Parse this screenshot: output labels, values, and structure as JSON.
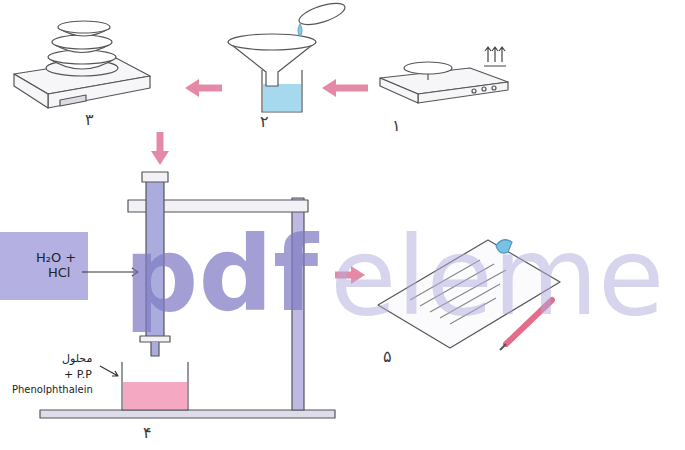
{
  "diagram": {
    "nodes": [
      {
        "text": [
          "۱"
        ]
      },
      {
        "text": [
          "۲"
        ]
      },
      {
        "text": [
          "۳"
        ]
      },
      {
        "text": [
          "۴"
        ]
      },
      {
        "text": [
          "۵"
        ]
      }
    ],
    "edges": [
      {
        "from": 0,
        "to": 1,
        "arrow": "to"
      },
      {
        "from": 1,
        "to": 2,
        "arrow": "to"
      },
      {
        "from": 2,
        "to": 3,
        "arrow": "to"
      },
      {
        "from": 3,
        "to": 4,
        "arrow": "to"
      }
    ],
    "labels": [
      "H₂O +",
      "HCl",
      "محلول",
      "+ P.P",
      "Phenolphthalein",
      "pdf",
      "eleme"
    ]
  }
}
